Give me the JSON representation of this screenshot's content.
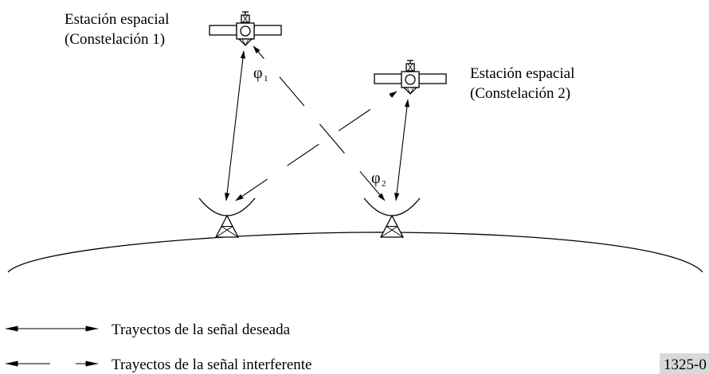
{
  "satellites": [
    {
      "label_line1": "Estación espacial",
      "label_line2": "(Constelación 1)"
    },
    {
      "label_line1": "Estación espacial",
      "label_line2": "(Constelación 2)"
    }
  ],
  "angles": [
    {
      "symbol": "φ",
      "subscript": "1"
    },
    {
      "symbol": "φ",
      "subscript": "2"
    }
  ],
  "legend": {
    "desired": "Trayectos de la señal deseada",
    "interfering": "Trayectos de la señal interferente"
  },
  "figure_id": "1325-0",
  "colors": {
    "line": "#000000",
    "figure_id_bg": "#d9d9d9"
  }
}
